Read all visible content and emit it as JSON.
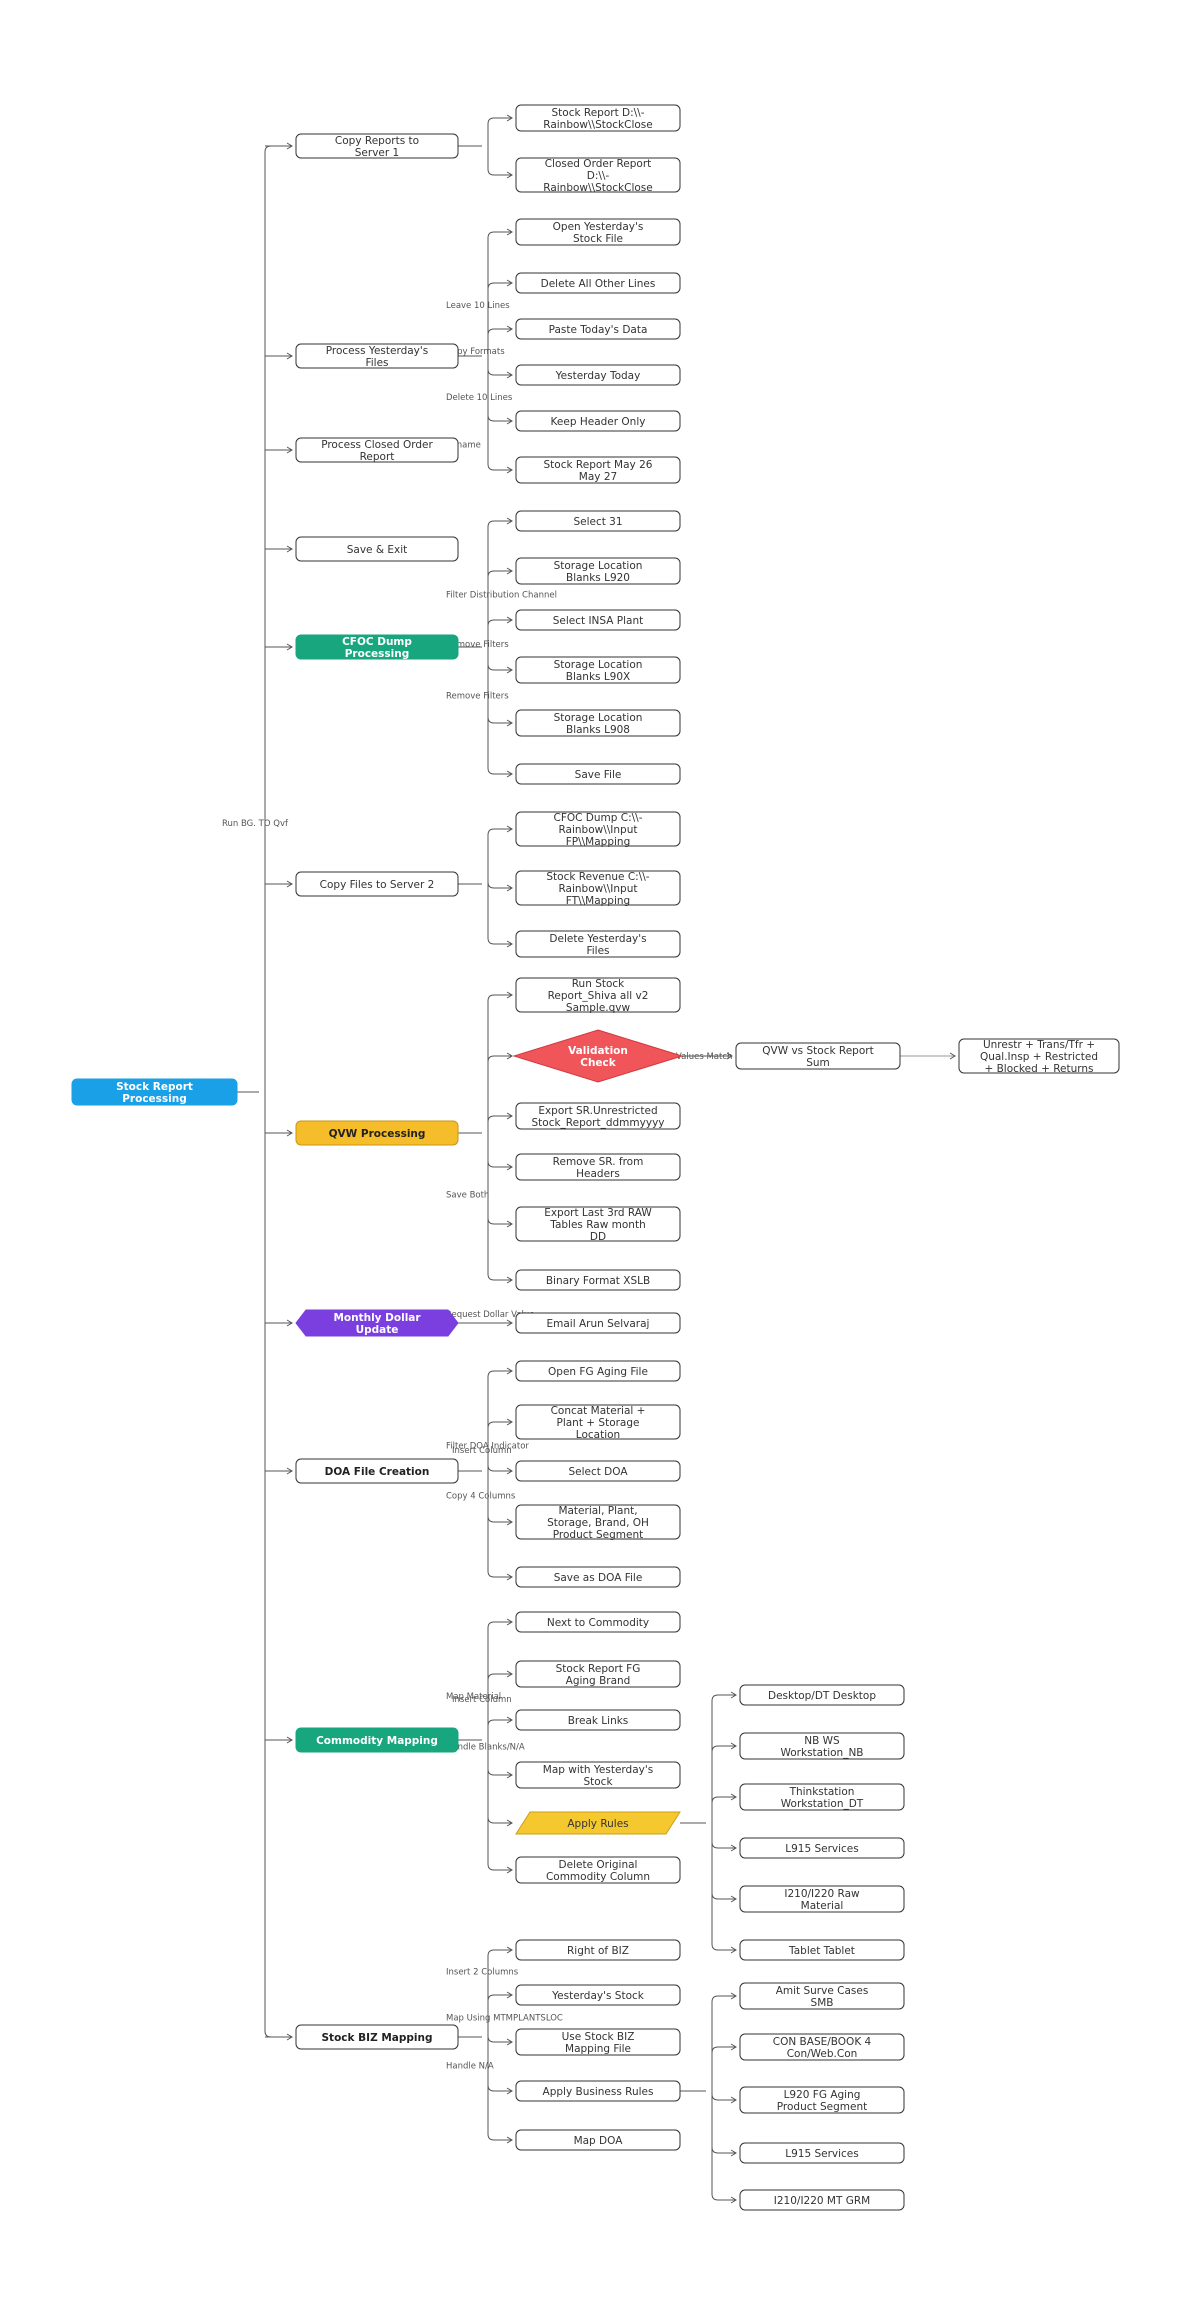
{
  "root": {
    "label": [
      "Stock Report",
      "Processing"
    ]
  },
  "root_edge_label": "Run BG. TO Qvf",
  "branches": [
    {
      "id": "copy-reports",
      "label": [
        "Copy Reports to",
        "Server 1"
      ],
      "children": [
        {
          "label": [
            "Stock Report    D:\\\\-",
            "Rainbow\\\\StockClose"
          ]
        },
        {
          "label": [
            "Closed Order Report",
            "D:\\\\-",
            "Rainbow\\\\StockClose"
          ]
        }
      ]
    },
    {
      "id": "process-yesterday",
      "label": [
        "Process Yesterday's",
        "Files"
      ],
      "children": [
        {
          "label": [
            "Open Yesterday's",
            "Stock File"
          ]
        },
        {
          "label": [
            "Delete All Other Lines"
          ]
        },
        {
          "label": [
            "Paste Today's Data"
          ],
          "edge_label": "Leave 10 Lines"
        },
        {
          "label": [
            "Yesterday    Today"
          ],
          "edge_label": "Copy Formats"
        },
        {
          "label": [
            "Keep Header Only"
          ],
          "edge_label": "Delete 10 Lines"
        },
        {
          "label": [
            "Stock Report May 26",
            "May 27"
          ],
          "edge_label": "Rename"
        }
      ]
    },
    {
      "id": "process-closed",
      "label": [
        "Process Closed Order",
        "Report"
      ],
      "children": []
    },
    {
      "id": "save-exit",
      "label": [
        "Save & Exit"
      ],
      "children": []
    },
    {
      "id": "cfoc-dump",
      "label": [
        "CFOC Dump",
        "Processing"
      ],
      "children": [
        {
          "label": [
            "Select 31"
          ]
        },
        {
          "label": [
            "Storage Location",
            "Blanks    L920"
          ]
        },
        {
          "label": [
            "Select INSA Plant"
          ],
          "edge_label": "Filter Distribution Channel"
        },
        {
          "label": [
            "Storage Location",
            "Blanks    L90X"
          ],
          "edge_label": "Remove Filters"
        },
        {
          "label": [
            "Storage Location",
            "Blanks    L908"
          ],
          "edge_label": "Remove Filters"
        },
        {
          "label": [
            "Save File"
          ]
        }
      ]
    },
    {
      "id": "copy-files",
      "label": [
        "Copy Files to Server 2"
      ],
      "children": [
        {
          "label": [
            "CFOC Dump    C:\\\\-",
            "Rainbow\\\\Input",
            "FP\\\\Mapping"
          ]
        },
        {
          "label": [
            "Stock Revenue    C:\\\\-",
            "Rainbow\\\\Input",
            "FT\\\\Mapping"
          ]
        },
        {
          "label": [
            "Delete Yesterday's",
            "Files"
          ]
        }
      ]
    },
    {
      "id": "qvw-processing",
      "label": [
        "QVW Processing"
      ],
      "children": [
        {
          "label": [
            "Run Stock",
            "Report_Shiva all v2",
            "Sample.qvw"
          ]
        },
        {
          "label": [
            "Validation",
            "Check"
          ],
          "shape": "diamond"
        },
        {
          "label": [
            "Export SR.Unrestricted",
            "Stock_Report_ddmmyyyy"
          ]
        },
        {
          "label": [
            "Remove SR. from",
            "Headers"
          ]
        },
        {
          "label": [
            "Export Last 3rd RAW",
            "Tables    Raw month",
            "DD"
          ],
          "edge_label": "Save Both"
        },
        {
          "label": [
            "Binary Format XSLB"
          ]
        }
      ]
    },
    {
      "id": "monthly-dollar",
      "label": [
        "Monthly Dollar",
        "Update"
      ],
      "children": [
        {
          "label": [
            "Email Arun Selvaraj"
          ],
          "edge_label": "Request Dollar Value"
        }
      ]
    },
    {
      "id": "doa-file",
      "label": [
        "DOA File Creation"
      ],
      "children": [
        {
          "label": [
            "Open FG Aging File"
          ]
        },
        {
          "label": [
            "Concat Material +",
            "Plant + Storage",
            "Location"
          ]
        },
        {
          "label": [
            "Select DOA"
          ],
          "edge_label": "Filter DOA Indicator"
        },
        {
          "label": [
            "Material, Plant,",
            "Storage, Brand, OH",
            "Product Segment"
          ],
          "edge_label": "Copy 4 Columns"
        },
        {
          "label": [
            "Save as DOA File"
          ]
        }
      ]
    },
    {
      "id": "commodity-mapping",
      "label": [
        "Commodity Mapping"
      ],
      "children": [
        {
          "label": [
            "Next to Commodity"
          ]
        },
        {
          "label": [
            "Stock Report    FG",
            "Aging Brand"
          ]
        },
        {
          "label": [
            "Break Links"
          ],
          "edge_label": "Map Material"
        },
        {
          "label": [
            "Map with Yesterday's",
            "Stock"
          ],
          "edge_label": "Handle Blanks/N/A"
        },
        {
          "label": [
            "Apply Rules"
          ],
          "shape": "parallelogram"
        },
        {
          "label": [
            "Delete Original",
            "Commodity Column"
          ]
        }
      ]
    },
    {
      "id": "stock-biz",
      "label": [
        "Stock BIZ Mapping"
      ],
      "children": [
        {
          "label": [
            "Right of BIZ"
          ]
        },
        {
          "label": [
            "Yesterday's Stock"
          ],
          "edge_label": "Insert 2 Columns"
        },
        {
          "label": [
            "Use Stock BIZ",
            "Mapping File"
          ],
          "edge_label": "Map Using MTMPLANTSLOC"
        },
        {
          "label": [
            "Apply Business Rules"
          ],
          "edge_label": "Handle N/A"
        },
        {
          "label": [
            "Map DOA"
          ]
        }
      ]
    }
  ],
  "validation_chain": {
    "edge_label": "Values Match",
    "node1": [
      "QVW vs Stock Report",
      "Sum"
    ],
    "node2": [
      "Unrestr + Trans/Tfr +",
      "Qual.Insp + Restricted",
      "+ Blocked + Returns"
    ]
  },
  "doa_insert_label": "Insert Column",
  "commodity_insert_label": "Insert Column",
  "apply_rules_children": [
    {
      "label": [
        "Desktop/DT    Desktop"
      ]
    },
    {
      "label": [
        "NB WS",
        "Workstation_NB"
      ]
    },
    {
      "label": [
        "Thinkstation",
        "Workstation_DT"
      ]
    },
    {
      "label": [
        "L915    Services"
      ]
    },
    {
      "label": [
        "I210/I220    Raw",
        "Material"
      ]
    },
    {
      "label": [
        "Tablet    Tablet"
      ]
    }
  ],
  "business_rules_children": [
    {
      "label": [
        "Amit Surve Cases",
        "SMB"
      ]
    },
    {
      "label": [
        "CON BASE/BOOK 4",
        "Con/Web.Con"
      ]
    },
    {
      "label": [
        "L920    FG Aging",
        "Product Segment"
      ]
    },
    {
      "label": [
        "L915    Services"
      ]
    },
    {
      "label": [
        "I210/I220    MT GRM"
      ]
    }
  ],
  "colors": {
    "root": "#1aa0e6",
    "cfoc": "#17a67e",
    "qvw": "#f5bd2a",
    "monthly": "#7b3fe0",
    "commodity": "#17a67e",
    "validation": "#f0555a",
    "apply_rules": "#f5c830"
  }
}
